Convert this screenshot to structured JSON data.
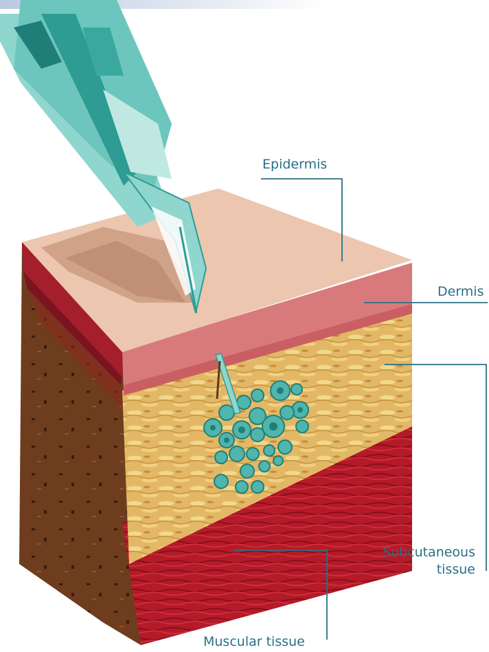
{
  "labels": {
    "epidermis": "Epidermis",
    "dermis": "Dermis",
    "subcutaneous_line1": "Subcutaneous",
    "subcutaneous_line2": "tissue",
    "muscular": "Muscular tissue"
  },
  "colors": {
    "label_text": "#2a6f86",
    "leader_line": "#2a6f86",
    "epidermis_top": "#ecc6ae",
    "dermis": "#d87a7c",
    "subcutaneous": "#e2b866",
    "muscle": "#b51a28",
    "side_face": "#6e3d1e",
    "needle": "#8fd6cf",
    "needle_dark": "#2f9c93",
    "cells": "#4fb5ad",
    "header_bar": "#c9d6e8"
  }
}
